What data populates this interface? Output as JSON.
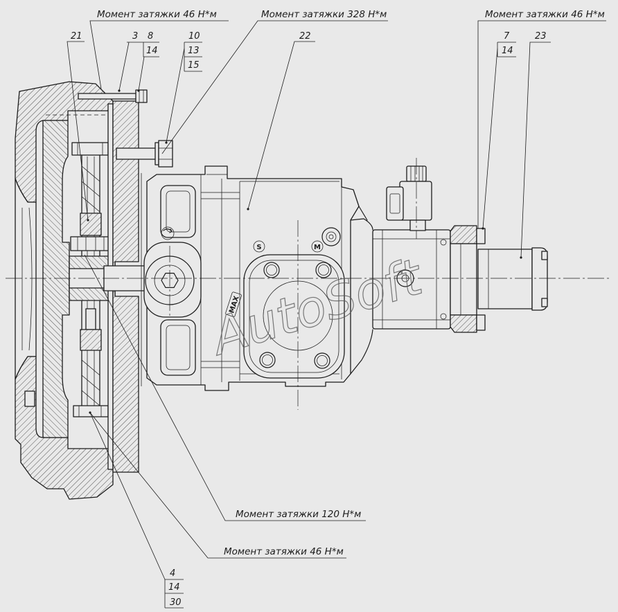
{
  "torque_labels": {
    "top_left": "Момент затяжки 46 Н*м",
    "top_center": "Момент затяжки 328 Н*м",
    "top_right": "Момент затяжки 46 Н*м",
    "bottom_120": "Момент затяжки 120 Н*м",
    "bottom_46": "Момент затяжки 46 Н*м"
  },
  "callouts": {
    "c21": "21",
    "c3": "3",
    "c8": "8",
    "c8_sub": "14",
    "c10": "10",
    "c10_sub1": "13",
    "c10_sub2": "15",
    "c22": "22",
    "c7": "7",
    "c7_sub": "14",
    "c23": "23",
    "c4": "4",
    "c4_sub1": "14",
    "c4_sub2": "30"
  },
  "markings": {
    "s_mark": "S",
    "m_mark": "M",
    "max_mark": "MAX"
  },
  "watermark": "AutoSoft",
  "colors": {
    "background": "#e9e9e9",
    "line": "#1c1c1c",
    "watermark": "#5a5a5a"
  }
}
